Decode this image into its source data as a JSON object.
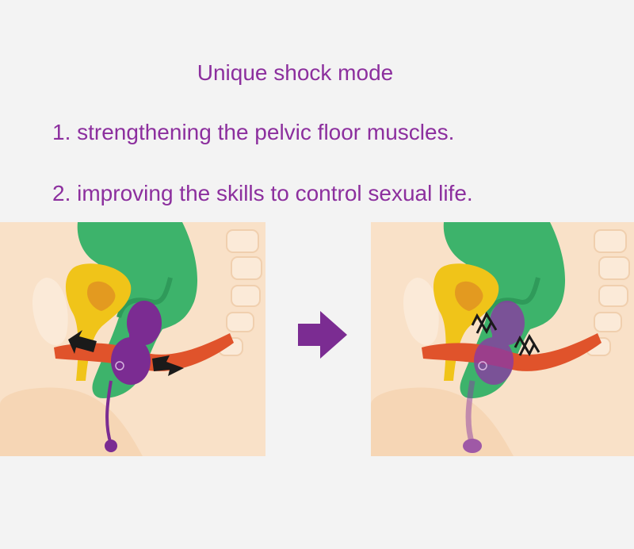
{
  "heading": "Unique shock mode",
  "points": [
    "1. strengthening the pelvic floor muscles.",
    "2. improving the skills to control sexual life."
  ],
  "colors": {
    "text": "#8c2f9e",
    "skin": "#f6d6b5",
    "bone": "#fbead8",
    "uterus": "#f0c419",
    "rectum": "#3db36b",
    "muscle": "#e0532b",
    "device": "#7b2c92"
  },
  "icons": [
    "squeeze-arrow-icon",
    "vibration-icon",
    "right-arrow-icon"
  ]
}
